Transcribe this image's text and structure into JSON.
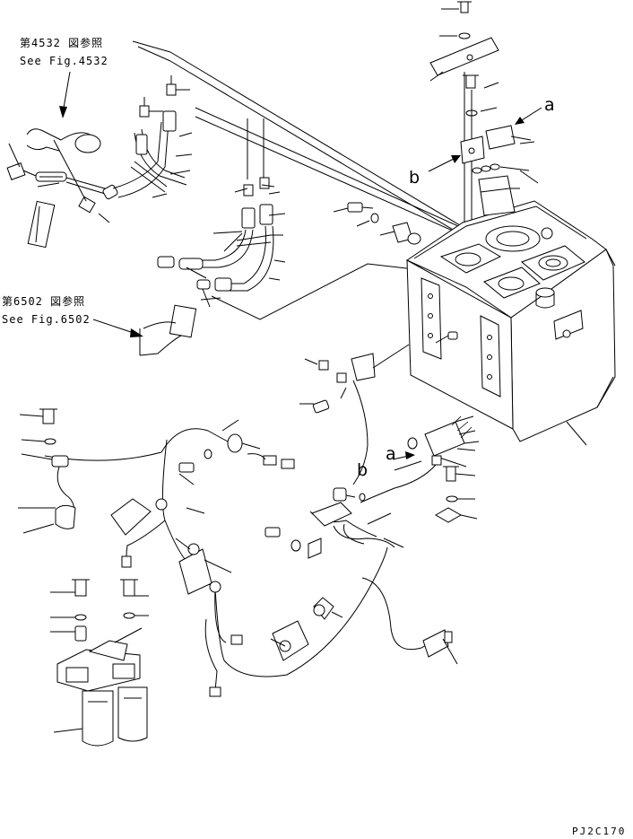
{
  "references": [
    {
      "id": "ref-4532",
      "jp": "第4532 図参照",
      "en": "See Fig.4532"
    },
    {
      "id": "ref-6502",
      "jp": "第6502 図参照",
      "en": "See Fig.6502"
    }
  ],
  "callouts": {
    "a_top": "a",
    "b_top": "b",
    "a_lower": "a",
    "b_lower": "b"
  },
  "drawing_code": "PJ2C170"
}
